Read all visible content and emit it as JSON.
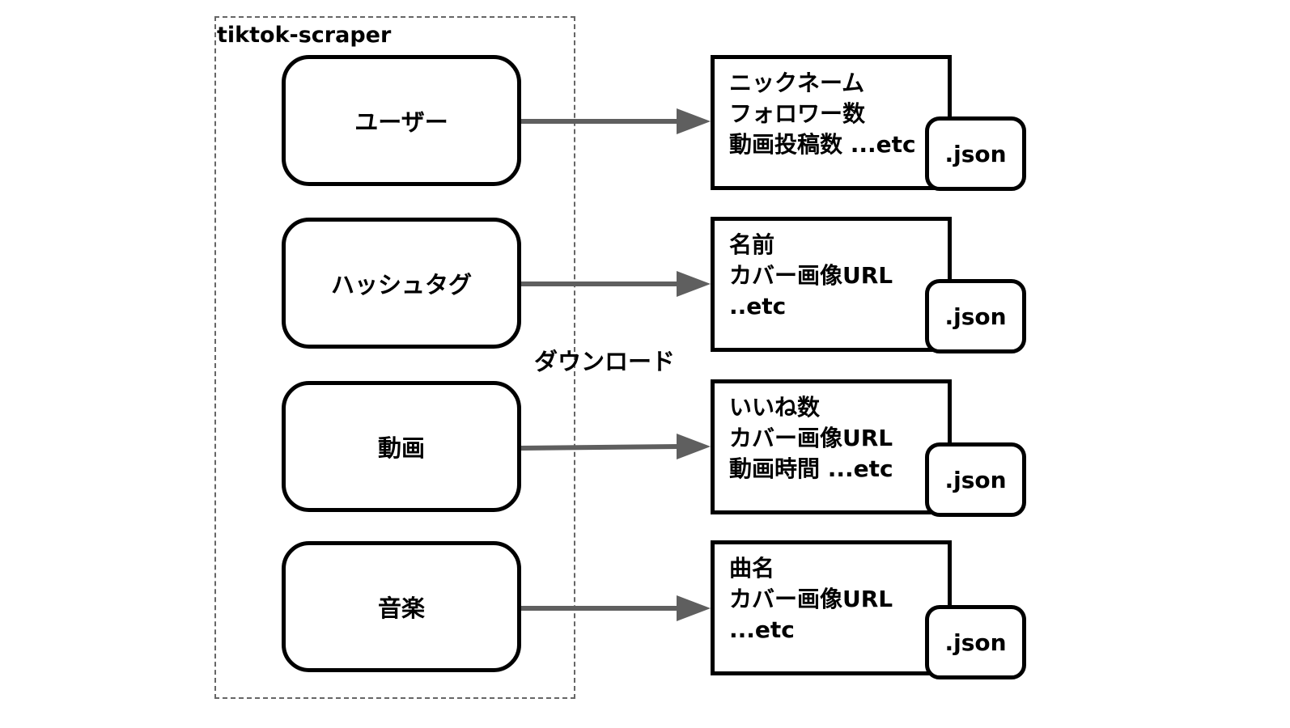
{
  "group": {
    "label": "tiktok-scraper"
  },
  "edge_label": "ダウンロード",
  "nodes": [
    {
      "label": "ユーザー",
      "fields": [
        "ニックネーム",
        "フォロワー数",
        "動画投稿数 ...etc"
      ],
      "badge": ".json"
    },
    {
      "label": "ハッシュタグ",
      "fields": [
        "名前",
        "カバー画像URL",
        "..etc"
      ],
      "badge": ".json"
    },
    {
      "label": "動画",
      "fields": [
        "いいね数",
        "カバー画像URL",
        "動画時間 ...etc"
      ],
      "badge": ".json"
    },
    {
      "label": "音楽",
      "fields": [
        "曲名",
        "カバー画像URL",
        "...etc"
      ],
      "badge": ".json"
    }
  ],
  "colors": {
    "stroke": "#000000",
    "arrow": "#5f5f5f",
    "dashed_border": "#666666"
  }
}
